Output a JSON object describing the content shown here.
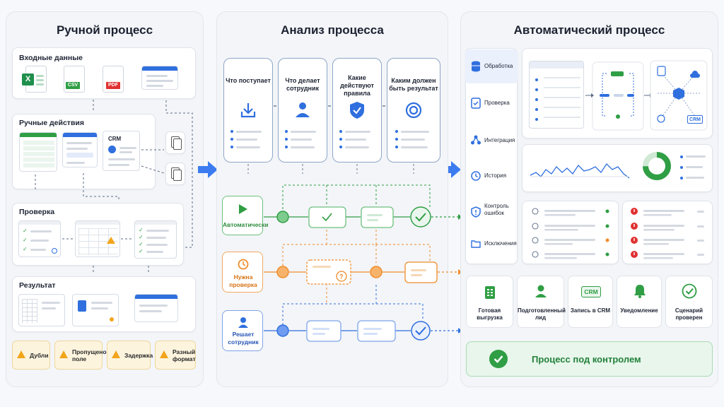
{
  "manual": {
    "title": "Ручной процесс",
    "input_label": "Входные данные",
    "file_csv": "CSV",
    "file_pdf": "PDF",
    "actions_label": "Ручные действия",
    "crm_label": "CRM",
    "check_label": "Проверка",
    "result_label": "Результат",
    "issues": [
      "Дубли",
      "Пропущено поле",
      "Задержка",
      "Разный формат"
    ]
  },
  "analysis": {
    "title": "Анализ процесса",
    "steps": [
      "Что поступает",
      "Что делает сотрудник",
      "Какие действуют правила",
      "Каким должен быть результат"
    ],
    "rows": [
      "Автоматически",
      "Нужна проверка",
      "Решает сотрудник"
    ]
  },
  "automatic": {
    "title": "Автоматический процесс",
    "tabs": [
      "Обработка",
      "Проверка",
      "Интеграция",
      "История",
      "Контроль ошибок",
      "Исключения"
    ],
    "crm_badge": "CRM",
    "results": [
      "Готовая выгрузка",
      "Подготовленный лид",
      "Запись в CRM",
      "Уведомление",
      "Сценарий проверен"
    ],
    "crm_result_badge": "CRM",
    "status": "Процесс под контролем"
  },
  "colors": {
    "blue": "#2f6fde",
    "green": "#2f9e44",
    "orange": "#f08c2b",
    "warn_bg": "#fdf4de"
  }
}
